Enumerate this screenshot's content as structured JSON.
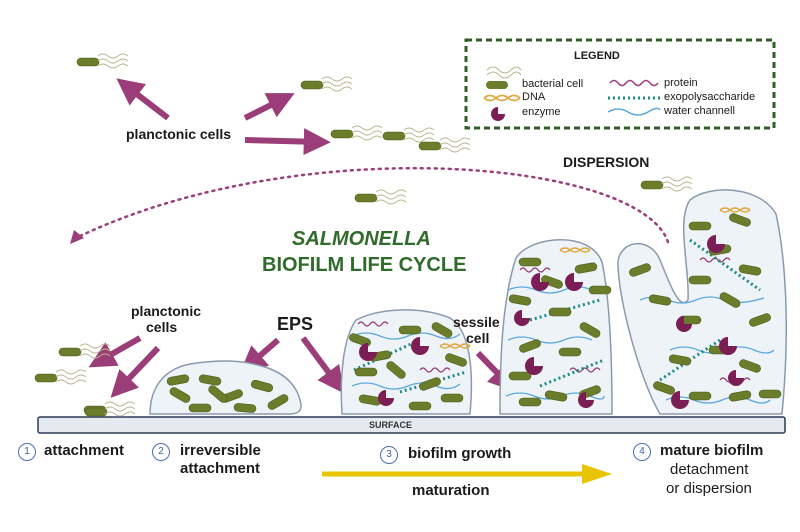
{
  "title": {
    "line1": "SALMONELLA",
    "line2": "BIOFILM LIFE CYCLE"
  },
  "legend": {
    "title": "LEGEND",
    "items": [
      {
        "label": "bacterial cell",
        "icon": "bacterial-cell-icon"
      },
      {
        "label": "DNA",
        "icon": "dna-icon"
      },
      {
        "label": "enzyme",
        "icon": "enzyme-icon"
      },
      {
        "label": "protein",
        "icon": "protein-icon"
      },
      {
        "label": "exopolysaccharide",
        "icon": "exopolysaccharide-icon"
      },
      {
        "label": "water channell",
        "icon": "water-channel-icon"
      }
    ]
  },
  "labels": {
    "planctonic_top": "planctonic cells",
    "planctonic_left_1": "planctonic",
    "planctonic_left_2": "cells",
    "dispersion": "DISPERSION",
    "eps": "EPS",
    "sessile_1": "sessile",
    "sessile_2": "cell",
    "surface": "SURFACE",
    "maturation": "maturation"
  },
  "steps": [
    {
      "number": "1",
      "label": "attachment",
      "sub": ""
    },
    {
      "number": "2",
      "label": "irreversible",
      "sub": "attachment"
    },
    {
      "number": "3",
      "label": "biofilm growth",
      "sub": ""
    },
    {
      "number": "4",
      "label": "mature biofilm",
      "sub": "detachment",
      "sub2": "or dispersion"
    }
  ],
  "colors": {
    "cell": "#6b7d2a",
    "arrow": "#9a3d78",
    "enzyme": "#7a1e55",
    "dna": "#e0a640",
    "eps_dots": "#1c8a86",
    "water": "#5aa7dc",
    "matrix_fill": "#eef3f8",
    "matrix_stroke": "#8a9aae",
    "title": "#2f6b2a",
    "maturation_arrow": "#e8c500",
    "legend_border": "#2f5f25"
  }
}
